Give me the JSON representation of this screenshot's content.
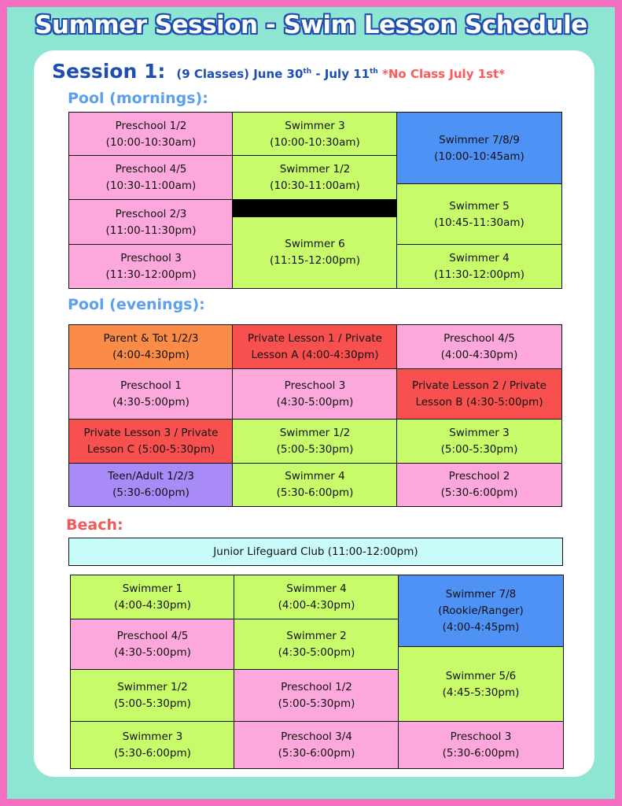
{
  "title": "Summer Session - Swim Lesson Schedule",
  "session": {
    "label": "Session 1:",
    "details_pre": "(9 Classes) June 30",
    "sup1": "th",
    "details_mid": " - July 11",
    "sup2": "th",
    "no_class": " *No Class July 1st*"
  },
  "sections": {
    "pool_morning": "Pool (mornings):",
    "pool_evening": "Pool (evenings):",
    "beach": "Beach:"
  },
  "pool_morning": [
    {
      "id": "pm1",
      "text": "Preschool 1/2\n(10:00-10:30am)",
      "color": "pink"
    },
    {
      "id": "pm2",
      "text": "Preschool 4/5\n(10:30-11:00am)",
      "color": "pink"
    },
    {
      "id": "pm3",
      "text": "Preschool 2/3\n(11:00-11:30pm)",
      "color": "pink"
    },
    {
      "id": "pm4",
      "text": "Preschool 3\n(11:30-12:00pm)",
      "color": "pink"
    },
    {
      "id": "pm5",
      "text": "Swimmer 3\n(10:00-10:30am)",
      "color": "green"
    },
    {
      "id": "pm6",
      "text": "Swimmer 1/2\n(10:30-11:00am)",
      "color": "green"
    },
    {
      "id": "pm7",
      "text": "",
      "color": "black"
    },
    {
      "id": "pm8",
      "text": "Swimmer 6\n(11:15-12:00pm)",
      "color": "green"
    },
    {
      "id": "pm9",
      "text": "Swimmer 7/8/9\n(10:00-10:45am)",
      "color": "blue"
    },
    {
      "id": "pm10",
      "text": "Swimmer 5\n(10:45-11:30am)",
      "color": "green"
    },
    {
      "id": "pm11",
      "text": "Swimmer 4\n(11:30-12:00pm)",
      "color": "green"
    }
  ],
  "pool_evening": [
    {
      "id": "pe1",
      "text": "Parent & Tot 1/2/3\n(4:00-4:30pm)",
      "color": "orange"
    },
    {
      "id": "pe2",
      "text": "Private Lesson 1 / Private\nLesson A (4:00-4:30pm)",
      "color": "red"
    },
    {
      "id": "pe3",
      "text": "Preschool 4/5\n(4:00-4:30pm)",
      "color": "pink"
    },
    {
      "id": "pe4",
      "text": "Preschool 1\n(4:30-5:00pm)",
      "color": "pink"
    },
    {
      "id": "pe5",
      "text": "Preschool 3\n(4:30-5:00pm)",
      "color": "pink"
    },
    {
      "id": "pe6",
      "text": "Private Lesson 2 / Private\nLesson B (4:30-5:00pm)",
      "color": "red"
    },
    {
      "id": "pe7",
      "text": "Private Lesson 3 / Private\nLesson C (5:00-5:30pm)",
      "color": "red"
    },
    {
      "id": "pe8",
      "text": "Swimmer 1/2\n(5:00-5:30pm)",
      "color": "green"
    },
    {
      "id": "pe9",
      "text": "Swimmer 3\n(5:00-5:30pm)",
      "color": "green"
    },
    {
      "id": "pe10",
      "text": "Teen/Adult 1/2/3\n(5:30-6:00pm)",
      "color": "purple"
    },
    {
      "id": "pe11",
      "text": "Swimmer 4\n(5:30-6:00pm)",
      "color": "green"
    },
    {
      "id": "pe12",
      "text": "Preschool 2\n(5:30-6:00pm)",
      "color": "pink"
    }
  ],
  "beach_top": {
    "id": "b0",
    "text": "Junior Lifeguard Club (11:00-12:00pm)",
    "color": "cyan"
  },
  "beach": [
    {
      "id": "b1",
      "text": "Swimmer 1\n(4:00-4:30pm)",
      "color": "green"
    },
    {
      "id": "b2",
      "text": "Preschool 4/5\n(4:30-5:00pm)",
      "color": "pink"
    },
    {
      "id": "b3",
      "text": "Swimmer 1/2\n(5:00-5:30pm)",
      "color": "green"
    },
    {
      "id": "b4",
      "text": "Swimmer 3\n(5:30-6:00pm)",
      "color": "green"
    },
    {
      "id": "b5",
      "text": "Swimmer 4\n(4:00-4:30pm)",
      "color": "green"
    },
    {
      "id": "b6",
      "text": "Swimmer 2\n(4:30-5:00pm)",
      "color": "green"
    },
    {
      "id": "b7",
      "text": "Preschool 1/2\n(5:00-5:30pm)",
      "color": "pink"
    },
    {
      "id": "b8",
      "text": "Preschool 3/4\n(5:30-6:00pm)",
      "color": "pink"
    },
    {
      "id": "b9",
      "text": "Swimmer 7/8\n(Rookie/Ranger)\n(4:00-4:45pm)",
      "color": "blue"
    },
    {
      "id": "b10",
      "text": "Swimmer 5/6\n(4:45-5:30pm)",
      "color": "green"
    },
    {
      "id": "b11",
      "text": "Preschool 3\n(5:30-6:00pm)",
      "color": "pink"
    }
  ],
  "colors": {
    "pink": "#fda8dc",
    "green": "#c8fb6a",
    "blue": "#4f92f5",
    "orange": "#fa8c48",
    "red": "#f7504f",
    "purple": "#a98bf8",
    "cyan": "#c8fbfa",
    "border_pink": "#f26ec0",
    "teal": "#8ee6d2",
    "title_blue": "#1e4fb0"
  }
}
